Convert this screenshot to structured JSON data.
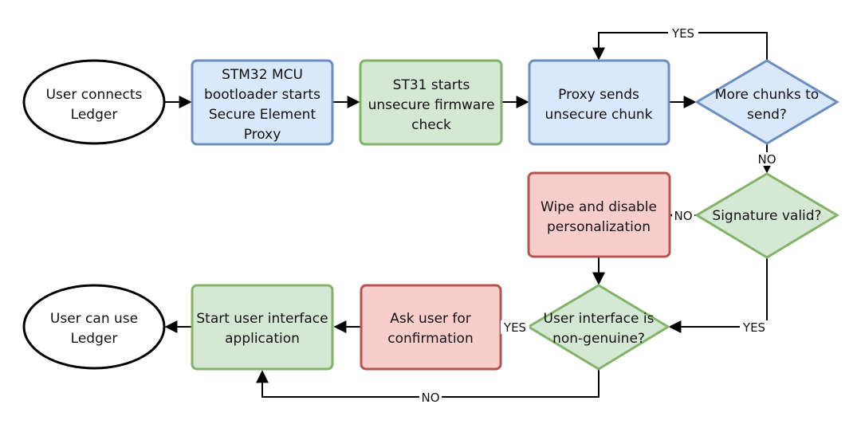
{
  "colors": {
    "blue_fill": "#dae8fc",
    "blue_stroke": "#6c8ebf",
    "green_fill": "#d5e8d4",
    "green_stroke": "#82b366",
    "red_fill": "#f8cecc",
    "red_stroke": "#b85450",
    "terminal_fill": "#ffffff",
    "terminal_stroke": "#000000",
    "edge": "#000000"
  },
  "nodes": {
    "user_connects": [
      "User connects",
      "Ledger"
    ],
    "stm32_bootloader": [
      "STM32 MCU",
      "bootloader starts",
      "Secure Element",
      "Proxy"
    ],
    "st31_check": [
      "ST31 starts",
      "unsecure firmware",
      "check"
    ],
    "proxy_sends": [
      "Proxy sends",
      "unsecure chunk"
    ],
    "more_chunks": [
      "More chunks to",
      "send?"
    ],
    "signature_valid": [
      "Signature valid?"
    ],
    "wipe_disable": [
      "Wipe and disable",
      "personalization"
    ],
    "ui_nongenuine": [
      "User interface is",
      "non-genuine?"
    ],
    "ask_user": [
      "Ask user for",
      "confirmation"
    ],
    "start_ui": [
      "Start user interface",
      "application"
    ],
    "user_can_use": [
      "User can use",
      "Ledger"
    ]
  },
  "edge_labels": {
    "more_chunks_yes": "YES",
    "more_chunks_no": "NO",
    "signature_no": "NO",
    "signature_yes": "YES",
    "ui_yes": "YES",
    "ui_no": "NO"
  }
}
